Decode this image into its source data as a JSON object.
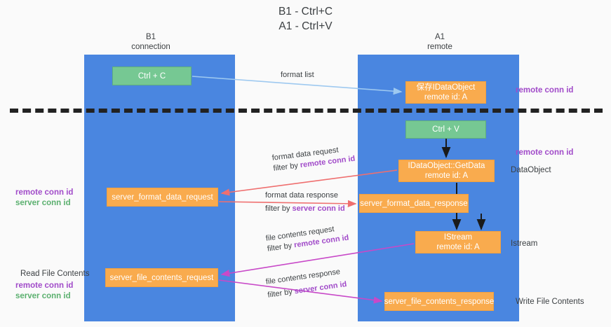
{
  "title": {
    "line1": "B1 - Ctrl+C",
    "line2": "A1 - Ctrl+V"
  },
  "columns": {
    "left": {
      "name": "B1",
      "role": "connection"
    },
    "right": {
      "name": "A1",
      "role": "remote"
    }
  },
  "nodes": {
    "ctrl_c": {
      "label": "Ctrl + C",
      "color": "#76c893"
    },
    "data_object": {
      "line1": "保存IDataObject",
      "line2": "remote id: A",
      "color": "#f9ab4e"
    },
    "ctrl_v": {
      "label": "Ctrl + V",
      "color": "#76c893"
    },
    "get_data": {
      "line1": "IDataObject::GetData",
      "line2": "remote id: A",
      "color": "#f9ab4e"
    },
    "server_format_data_request": {
      "label": "server_format_data_request",
      "color": "#f9ab4e"
    },
    "server_format_data_response": {
      "label": "server_format_data_response",
      "color": "#f9ab4e"
    },
    "istream": {
      "line1": "IStream",
      "line2": "remote id: A",
      "color": "#f9ab4e"
    },
    "server_file_contents_request": {
      "label": "server_file_contents_request",
      "color": "#f9ab4e"
    },
    "server_file_contents_response": {
      "label": "server_file_contents_response",
      "color": "#f9ab4e"
    }
  },
  "edges": {
    "format_list": {
      "label": "format list",
      "color": "#9ec9f0"
    },
    "format_data_request": {
      "line1": "format data request",
      "filter_prefix": "filter by ",
      "filter_key": "remote conn id",
      "color": "#ef6f6f"
    },
    "format_data_response": {
      "line1": "format data response",
      "filter_prefix": "filter by ",
      "filter_key": "server conn id",
      "color": "#ef6f6f"
    },
    "file_contents_request": {
      "line1": "file contents request",
      "filter_prefix": "filter by ",
      "filter_key": "remote conn id",
      "color": "#c849c8"
    },
    "file_contents_response": {
      "line1": "file contents response",
      "filter_prefix": "filter by ",
      "filter_key": "server conn id",
      "color": "#c849c8"
    }
  },
  "annotations": {
    "right": {
      "remote_conn_id_top": "remote conn id",
      "remote_conn_id_mid": "remote conn id",
      "data_object": "DataObject",
      "istream": "Istream",
      "write_file_contents": "Write File Contents"
    },
    "left": {
      "remote_conn_id_1": "remote conn id",
      "server_conn_id_1": "server conn id",
      "read_file_contents": "Read File Contents",
      "remote_conn_id_2": "remote conn id",
      "server_conn_id_2": "server conn id"
    }
  },
  "colors": {
    "lane": "#4a86e0",
    "green_node": "#76c893",
    "orange_node": "#f9ab4e",
    "purple_text": "#a14bc9",
    "green_text": "#5bb06f",
    "red_arrow": "#ef6f6f",
    "magenta_arrow": "#c849c8",
    "light_blue_arrow": "#9ec9f0",
    "divider": "#222222",
    "background": "#fafafa"
  }
}
